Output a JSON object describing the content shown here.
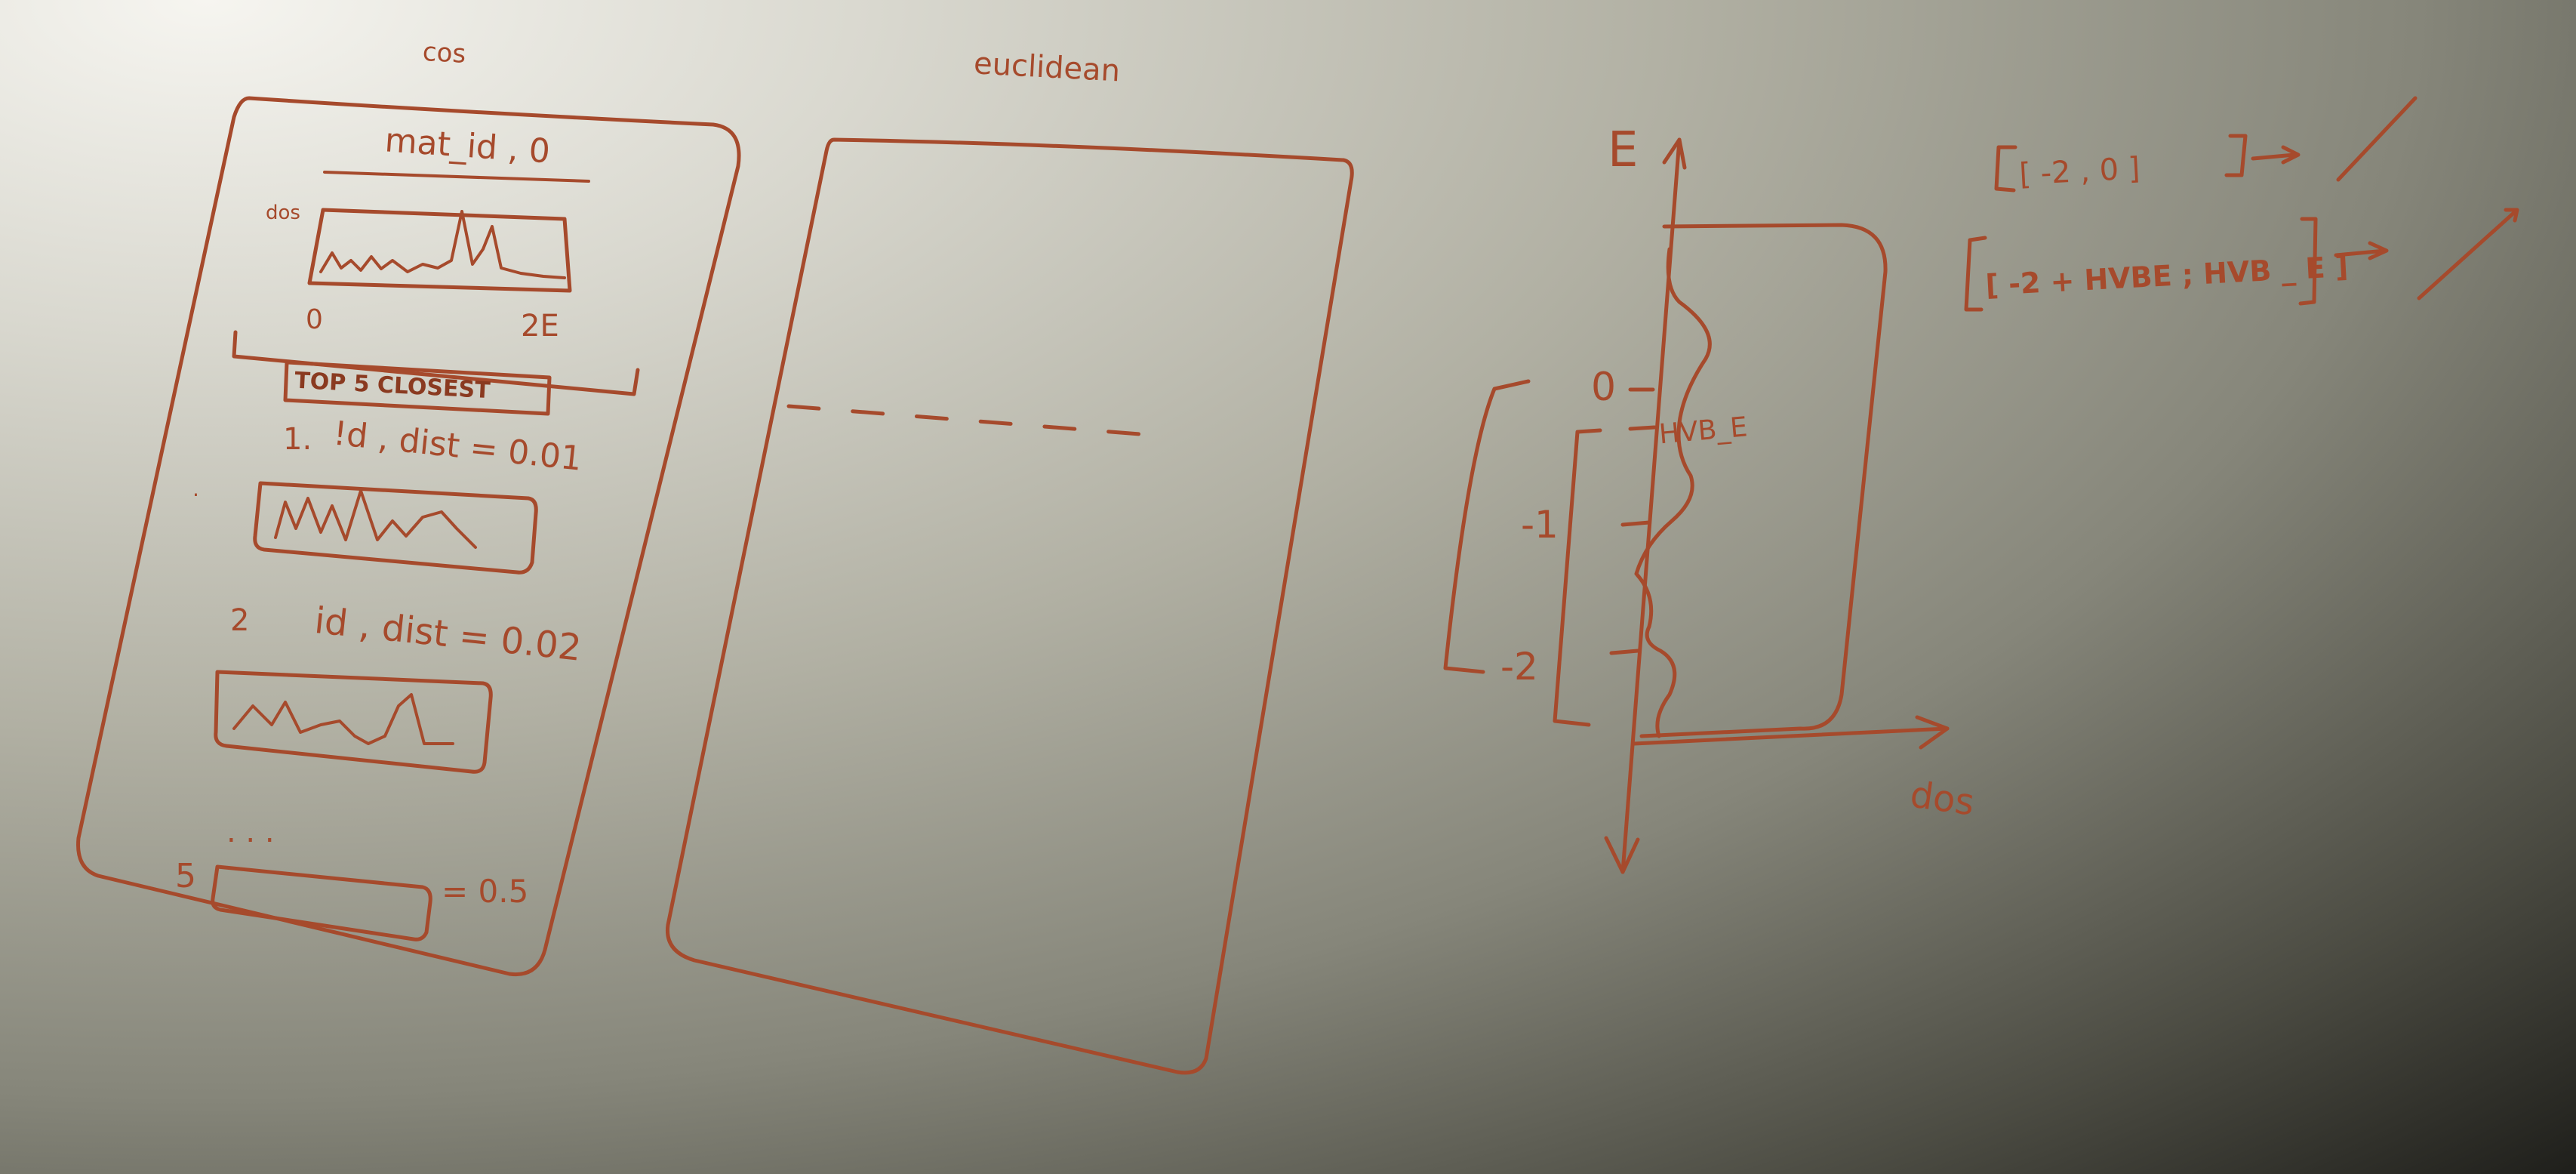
{
  "sketch_cos": {
    "title": "cos",
    "query": "mat_id , 0",
    "plot_ylabel": "dos",
    "plot_x_start": "0",
    "plot_x_end": "2E",
    "section_label": "TOP 5 CLOSEST",
    "result1_number": "1.",
    "result1_text": "!d , dist = 0.01",
    "result2_number": "2",
    "result2_text": "id , dist = 0.02",
    "ellipsis": ". . .",
    "result5_number": "5",
    "result5_value": "= 0.5"
  },
  "sketch_euclid": {
    "title": "euclidean"
  },
  "energy_plot": {
    "axis_y": "E",
    "axis_x": "dos",
    "tick_0": "0",
    "tick_m1": "-1",
    "tick_m2": "-2",
    "marker": "HVB_E"
  },
  "ranges": {
    "range1": "[ -2 , 0 ]",
    "range2": "[ -2 + HVBE ; HVB _ E ]"
  },
  "colors": {
    "ink": "#a64a2c",
    "board": "#d9d8cf"
  }
}
